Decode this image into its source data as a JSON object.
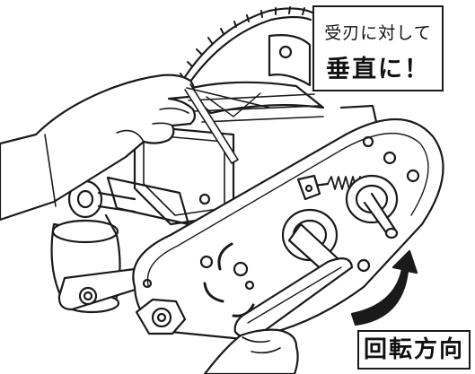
{
  "instruction": {
    "line1": "受刃に対して",
    "line2": "垂直に！"
  },
  "rotation_label": "回転方向",
  "colors": {
    "ink": "#1a1a1a",
    "background": "#ffffff",
    "box_border": "#1a1a1a"
  },
  "icons": [
    "gear-icon",
    "spring-icon",
    "rotation-arrow-icon",
    "crank-handle-icon",
    "roller-icon",
    "hand-icon"
  ]
}
